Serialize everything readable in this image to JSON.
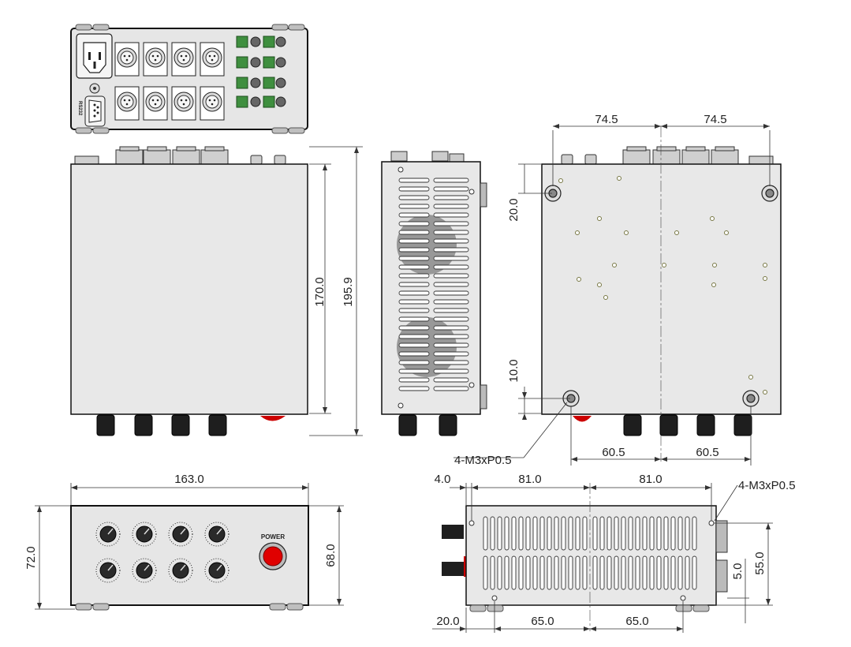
{
  "dimensions": {
    "front_width": "163.0",
    "front_height": "72.0",
    "front_inner_height": "68.0",
    "top_depth": "170.0",
    "top_total_depth": "195.9",
    "bottom_half_width_left": "74.5",
    "bottom_half_width_right": "74.5",
    "bottom_top_offset": "20.0",
    "bottom_bottom_offset": "10.0",
    "bottom_hole_spacing_left": "60.5",
    "bottom_hole_spacing_right": "60.5",
    "bottom_thread_callout": "4-M3xP0.5",
    "side_edge_offset": "4.0",
    "side_half_left": "81.0",
    "side_half_right": "81.0",
    "side_thread_callout": "4-M3xP0.5",
    "side_bottom_edge": "20.0",
    "side_hole_spacing_left": "65.0",
    "side_hole_spacing_right": "65.0",
    "side_height": "55.0",
    "side_small": "5.0"
  },
  "front_panel": {
    "power_label": "POWER"
  },
  "colors": {
    "panel_fill": "#e6e6e6",
    "outline": "#111111",
    "power_button": "#e00000",
    "connector_green": "#3f8f3f"
  }
}
